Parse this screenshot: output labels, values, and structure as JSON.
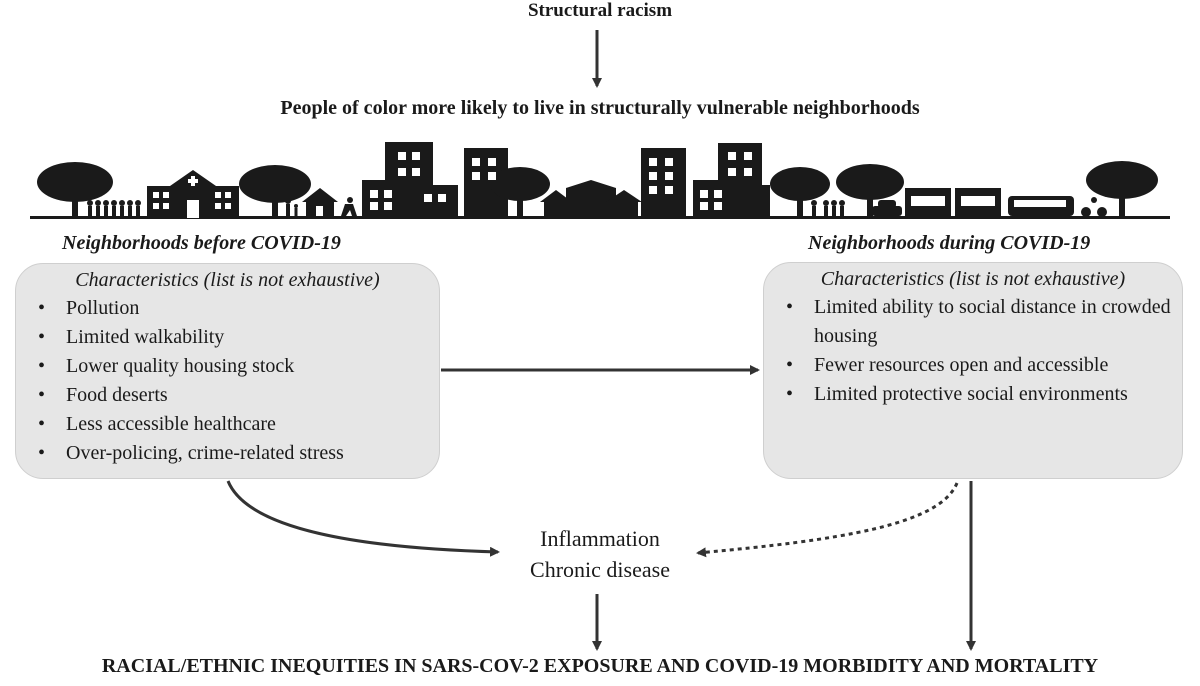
{
  "top_title": "Structural racism",
  "subtitle": "People of color more likely to live in structurally vulnerable neighborhoods",
  "left_panel": {
    "label": "Neighborhoods before COVID-19",
    "heading": "Characteristics (list is not exhaustive)",
    "items": [
      "Pollution",
      "Limited walkability",
      "Lower quality housing stock",
      "Food deserts",
      "Less accessible healthcare",
      "Over-policing, crime-related stress"
    ]
  },
  "right_panel": {
    "label": "Neighborhoods during COVID-19",
    "heading": "Characteristics (list is not exhaustive)",
    "items": [
      "Limited ability to social distance in crowded housing",
      "Fewer resources open and accessible",
      "Limited protective social environments"
    ]
  },
  "middle": {
    "line1": "Inflammation",
    "line2": "Chronic disease"
  },
  "bottom_title": "RACIAL/ETHNIC INEQUITIES IN SARS-COV-2 EXPOSURE AND COVID-19 MORBIDITY AND MORTALITY",
  "colors": {
    "ink": "#1a1a1a",
    "panel": "#e6e6e6",
    "arrow": "#333333"
  }
}
